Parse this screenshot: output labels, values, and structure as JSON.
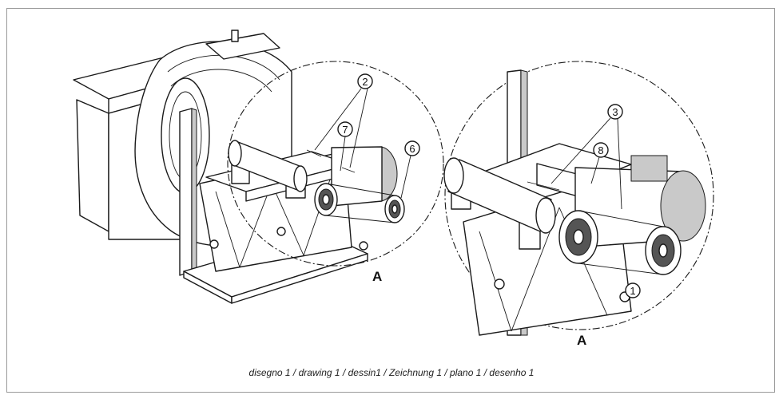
{
  "figure": {
    "caption": "disegno 1 / drawing 1 / dessin1 / Zeichnung 1 / plano 1 / desenho 1",
    "detail_letter_left": "A",
    "detail_letter_right": "A",
    "callouts": {
      "c1": "1",
      "c2": "2",
      "c3": "3",
      "c6": "6",
      "c7": "7",
      "c8": "8"
    }
  }
}
